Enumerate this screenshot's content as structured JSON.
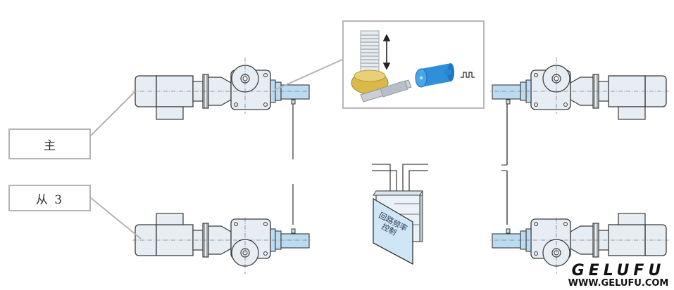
{
  "labels": {
    "master": "主",
    "slave": "从 3"
  },
  "cabinet": {
    "line1": "回路频率",
    "line2": "控制"
  },
  "inset": {
    "description": "worm gear screw jack with rotary encoder",
    "signal_icon": "pulse-signal-icon"
  },
  "brand": {
    "logo": "GELUFU",
    "url": "WWW.GELUFU.COM"
  },
  "colors": {
    "motor_fill": "#e6edf3",
    "encoder_fill": "#bcdaf0",
    "outline": "#3a3a3a",
    "label_border": "#b4b4b4",
    "cabinet_door": "#cfe6f7",
    "encoder_blue": "#2f8fd8",
    "gear_gold": "#d8b94a"
  },
  "units": [
    {
      "name": "master-top-left"
    },
    {
      "name": "slave-bottom-left"
    },
    {
      "name": "slave-top-right"
    },
    {
      "name": "slave-bottom-right"
    }
  ]
}
